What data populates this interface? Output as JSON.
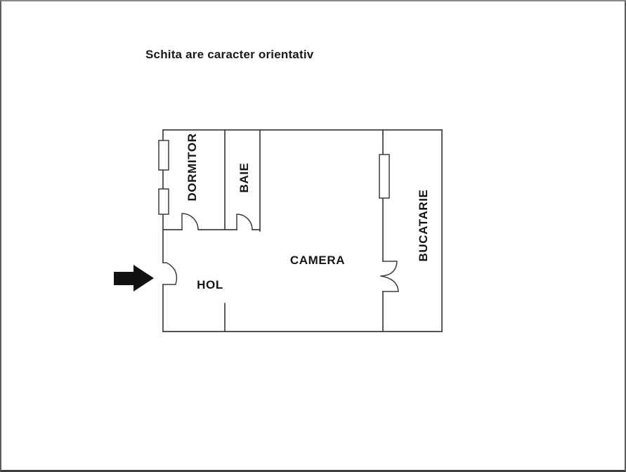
{
  "page": {
    "disclaimer": "Schita are caracter orientativ"
  },
  "floor_plan": {
    "rooms": [
      {
        "id": "dormitor",
        "label": "DORMITOR"
      },
      {
        "id": "baie",
        "label": "BAIE"
      },
      {
        "id": "camera",
        "label": "CAMERA"
      },
      {
        "id": "hol",
        "label": "HOL"
      },
      {
        "id": "bucatarie",
        "label": "BUCATARIE"
      }
    ],
    "features": {
      "windows_count": 3,
      "doors_count": 4,
      "entrance_marker": "arrow-right"
    },
    "colors": {
      "wall": "#3f3f3f",
      "text": "#161616",
      "arrow": "#111111",
      "background": "#ffffff"
    }
  }
}
